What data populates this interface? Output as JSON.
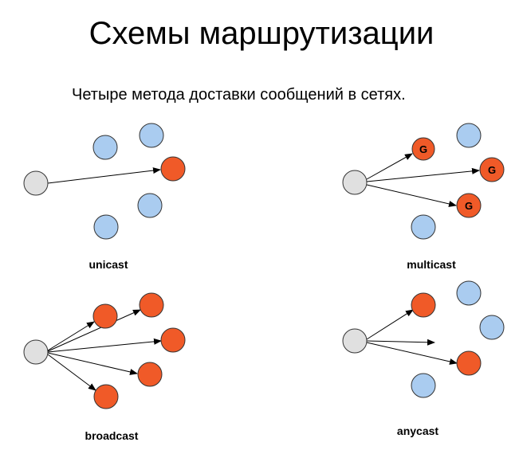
{
  "title": "Схемы маршрутизации",
  "subtitle": "Четыре метода доставки сообщений в сетях.",
  "panels": {
    "unicast": {
      "label": "unicast"
    },
    "multicast": {
      "label": "multicast",
      "group_marker": "G"
    },
    "broadcast": {
      "label": "broadcast"
    },
    "anycast": {
      "label": "anycast"
    }
  },
  "colors": {
    "source": "#e0e0e0",
    "target": "#f05a28",
    "other": "#aaccf0",
    "stroke": "#333333"
  }
}
